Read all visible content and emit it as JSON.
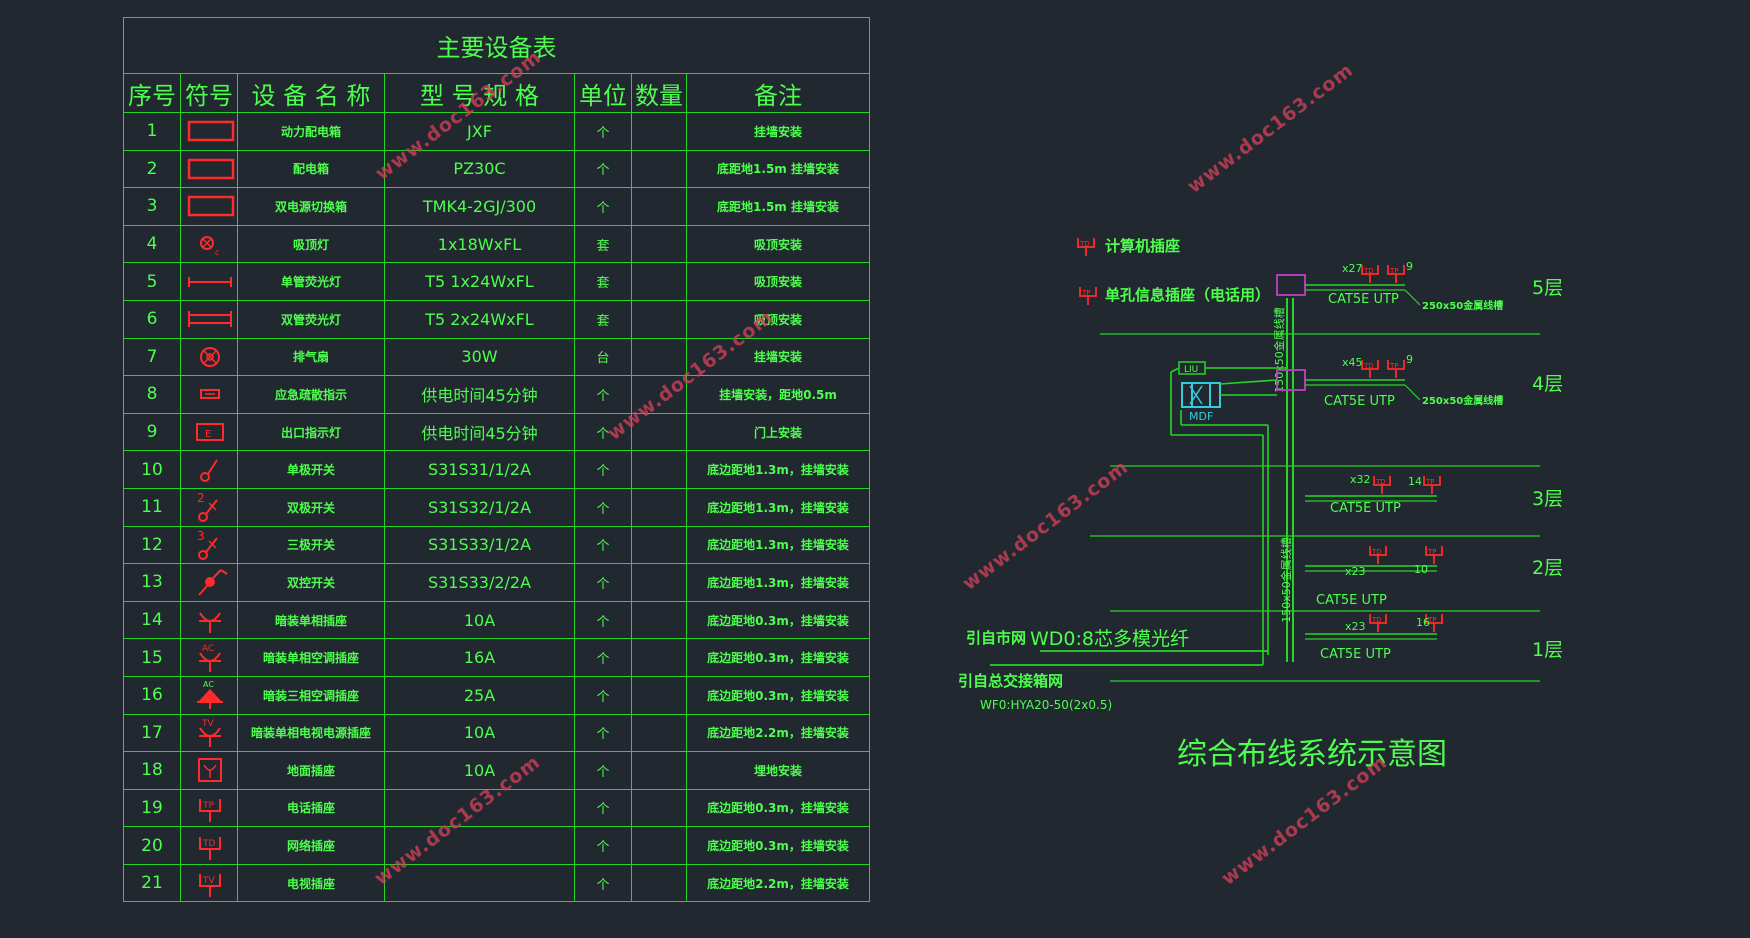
{
  "table": {
    "title": "主要设备表",
    "headers": [
      "序号",
      "符号",
      "设 备 名 称",
      "型 号 规 格",
      "单位",
      "数量",
      "备注"
    ],
    "rows": [
      {
        "idx": "1",
        "sym": "rect",
        "name": "动力配电箱",
        "spec": "JXF",
        "unit": "个",
        "qty": "",
        "note": "挂墙安装"
      },
      {
        "idx": "2",
        "sym": "rect",
        "name": "配电箱",
        "spec": "PZ30C",
        "unit": "个",
        "qty": "",
        "note": "底距地1.5m 挂墙安装"
      },
      {
        "idx": "3",
        "sym": "rect",
        "name": "双电源切换箱",
        "spec": "TMK4-2GJ/300",
        "unit": "个",
        "qty": "",
        "note": "底距地1.5m 挂墙安装"
      },
      {
        "idx": "4",
        "sym": "ceiling-lamp",
        "name": "吸顶灯",
        "spec": "1x18WxFL",
        "unit": "套",
        "qty": "",
        "note": "吸顶安装"
      },
      {
        "idx": "5",
        "sym": "single-tube",
        "name": "单管荧光灯",
        "spec": "T5    1x24WxFL",
        "unit": "套",
        "qty": "",
        "note": "吸顶安装"
      },
      {
        "idx": "6",
        "sym": "double-tube",
        "name": "双管荧光灯",
        "spec": "T5    2x24WxFL",
        "unit": "套",
        "qty": "",
        "note": "吸顶安装"
      },
      {
        "idx": "7",
        "sym": "exhaust-fan",
        "name": "排气扇",
        "spec": "30W",
        "unit": "台",
        "qty": "",
        "note": "挂墙安装"
      },
      {
        "idx": "8",
        "sym": "evac-sign",
        "name": "应急疏散指示",
        "spec": "供电时间45分钟",
        "unit": "个",
        "qty": "",
        "note": "挂墙安装，距地0.5m"
      },
      {
        "idx": "9",
        "sym": "exit-sign",
        "name": "出口指示灯",
        "spec": "供电时间45分钟",
        "unit": "个",
        "qty": "",
        "note": "门上安装"
      },
      {
        "idx": "10",
        "sym": "switch-1",
        "name": "单极开关",
        "spec": "S31S31/1/2A",
        "unit": "个",
        "qty": "",
        "note": "底边距地1.3m，挂墙安装"
      },
      {
        "idx": "11",
        "sym": "switch-2",
        "name": "双极开关",
        "spec": "S31S32/1/2A",
        "unit": "个",
        "qty": "",
        "note": "底边距地1.3m，挂墙安装"
      },
      {
        "idx": "12",
        "sym": "switch-3",
        "name": "三极开关",
        "spec": "S31S33/1/2A",
        "unit": "个",
        "qty": "",
        "note": "底边距地1.3m，挂墙安装"
      },
      {
        "idx": "13",
        "sym": "switch-dual",
        "name": "双控开关",
        "spec": "S31S33/2/2A",
        "unit": "个",
        "qty": "",
        "note": "底边距地1.3m，挂墙安装"
      },
      {
        "idx": "14",
        "sym": "socket",
        "name": "暗装单相插座",
        "spec": "10A",
        "unit": "个",
        "qty": "",
        "note": "底边距地0.3m，挂墙安装"
      },
      {
        "idx": "15",
        "sym": "socket-ac",
        "name": "暗装单相空调插座",
        "spec": "16A",
        "unit": "个",
        "qty": "",
        "note": "底边距地0.3m，挂墙安装"
      },
      {
        "idx": "16",
        "sym": "socket-3ac",
        "name": "暗装三相空调插座",
        "spec": "25A",
        "unit": "个",
        "qty": "",
        "note": "底边距地0.3m，挂墙安装"
      },
      {
        "idx": "17",
        "sym": "socket-tv",
        "name": "暗装单相电视电源插座",
        "spec": "10A",
        "unit": "个",
        "qty": "",
        "note": "底边距地2.2m，挂墙安装"
      },
      {
        "idx": "18",
        "sym": "floor-socket",
        "name": "地面插座",
        "spec": "10A",
        "unit": "个",
        "qty": "",
        "note": "埋地安装"
      },
      {
        "idx": "19",
        "sym": "outlet-tp",
        "name": "电话插座",
        "spec": "",
        "unit": "个",
        "qty": "",
        "note": "底边距地0.3m，挂墙安装"
      },
      {
        "idx": "20",
        "sym": "outlet-td",
        "name": "网络插座",
        "spec": "",
        "unit": "个",
        "qty": "",
        "note": "底边距地0.3m，挂墙安装"
      },
      {
        "idx": "21",
        "sym": "outlet-tv",
        "name": "电视插座",
        "spec": "",
        "unit": "个",
        "qty": "",
        "note": "底边距地2.2m，挂墙安装"
      }
    ]
  },
  "diagram": {
    "title": "综合布线系统示意图",
    "legend": [
      {
        "text": "计算机插座",
        "icon": "computer-outlet-icon"
      },
      {
        "text": "单孔信息插座（电话用）",
        "icon": "telephone-outlet-icon"
      }
    ],
    "floors": [
      {
        "label": "5层",
        "count_left": "x27",
        "count_right": "9",
        "cable": "CAT5E  UTP",
        "tray": "250x50金属线槽"
      },
      {
        "label": "4层",
        "count_left": "x45",
        "count_right": "9",
        "cable": "CAT5E  UTP",
        "tray": "250x50金属线槽"
      },
      {
        "label": "3层",
        "count_left": "x32",
        "count_right": "14",
        "cable": "CAT5E  UTP"
      },
      {
        "label": "2层",
        "count_left": "x23",
        "count_right": "10",
        "cable": "CAT5E  UTP"
      },
      {
        "label": "1层",
        "count_left": "x23",
        "count_right": "16",
        "cable": "CAT5E  UTP"
      }
    ],
    "riser_upper": "150x50金属线槽",
    "riser_lower": "150x50金属线槽",
    "mdf": "MDF",
    "odf": "LIU",
    "incoming_fiber_label": "引自市网",
    "incoming_fiber_spec": "WD0:8芯多模光纤",
    "incoming_tel_label": "引自总交接箱网",
    "incoming_tel_spec": "WF0:HYA20-50(2x0.5)"
  },
  "watermark": "www.doc163.com",
  "colors": {
    "bg": "#212830",
    "line": "#26d426",
    "text": "#4dff4d",
    "symbol": "#ff2a2a",
    "box": "#c040c0",
    "mdf": "#33ccdd",
    "watermark": "#d8405a"
  }
}
